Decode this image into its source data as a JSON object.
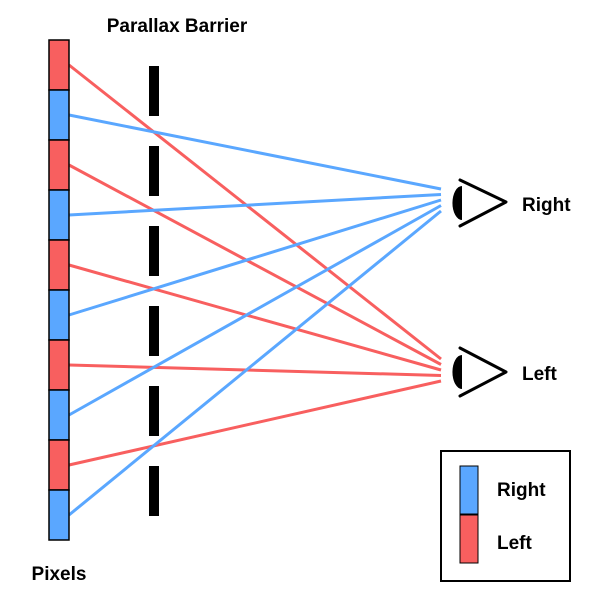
{
  "title": "Parallax Barrier",
  "pixels_label": "Pixels",
  "eyes": {
    "right_label": "Right",
    "left_label": "Left"
  },
  "legend": {
    "items": [
      {
        "label": "Right",
        "color": "#5aa7ff"
      },
      {
        "label": "Left",
        "color": "#f85f5f"
      }
    ]
  },
  "colors": {
    "right": "#5aa7ff",
    "left": "#f85f5f",
    "barrier": "#000000",
    "outline": "#000000"
  },
  "pixel_column": [
    "Left",
    "Right",
    "Left",
    "Right",
    "Left",
    "Right",
    "Left",
    "Right",
    "Left",
    "Right"
  ],
  "barrier_segments": 6
}
